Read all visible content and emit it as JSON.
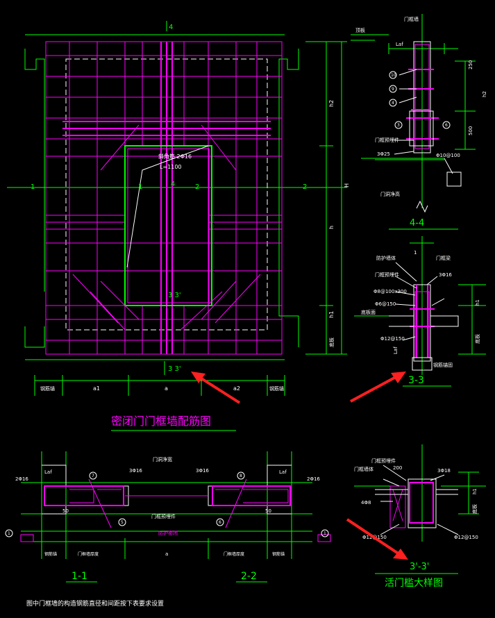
{
  "main_view": {
    "title": "密闭门门框墙配筋图",
    "section_mark_top": "4",
    "section_mark_center": "4",
    "section_mark_left": "1",
    "section_mark_right": "2",
    "section_mark_left_inner": "1",
    "section_mark_right_inner": "2",
    "section_mark_bottom": "3 3'",
    "section_mark_bottom_inner": "3 3'",
    "rebar_note_line1": "斜角筋 2Φ16",
    "rebar_note_line2": "L=1100",
    "dim_h2": "h2",
    "dim_h": "H",
    "dim_h1_total": "h",
    "dim_h1": "h1",
    "dim_floor": "底板",
    "dim_a1": "a1",
    "dim_a": "a",
    "dim_a2": "a2",
    "dim_side_left": "钢筋锚",
    "dim_side_right": "钢筋锚"
  },
  "section_44": {
    "title": "4-4",
    "label_top_slab": "顶板",
    "label_top": "门框墙",
    "label_laf": "Laf",
    "label_250": "250",
    "label_500": "500",
    "label_h2": "h2",
    "label_door": "门洞净高",
    "label_bar_a": "3Φ25",
    "label_bar_b": "Φ10@100",
    "label_frame": "门框预埋件",
    "circle_10": "10",
    "circle_9": "9",
    "circle_4": "4",
    "circle_3": "3",
    "circle_6": "6"
  },
  "section_33": {
    "title": "3-3",
    "label_1": "1",
    "label_wall": "防护墙体",
    "label_beam": "门框梁",
    "label_frame": "门框预埋件",
    "label_bar_a": "3Φ16",
    "label_bar_b": "Φ8@100x300",
    "label_bar_c": "Φ6@150",
    "label_bar_d": "Φ12@150",
    "label_floor": "底板面",
    "label_laf": "Laf",
    "label_h1": "h1",
    "label_floor_right": "底板",
    "label_anchor": "钢筋锚固"
  },
  "section_33p": {
    "title": "3'-3'",
    "subtitle": "活门槛大样图",
    "label_top": "门框预埋件",
    "label_top2": "门框墙体",
    "label_200": "200",
    "label_bar_a": "3Φ18",
    "label_bar_b": "4Φ8",
    "label_bar_c": "Φ12@150",
    "label_bar_d": "Φ12@150",
    "label_h1": "h1",
    "label_floor": "底板"
  },
  "section_11_22": {
    "title_11": "1-1",
    "title_22": "2-2",
    "label_top": "门洞净宽",
    "label_laf_left": "Laf",
    "label_laf_right": "Laf",
    "label_bar_left": "2Φ16",
    "label_bar_right": "2Φ16",
    "label_bar_mid_left": "3Φ16",
    "label_bar_mid_right": "3Φ16",
    "label_frame": "门框预埋件",
    "label_door": "防护密闭",
    "label_50_left": "50",
    "label_50_right": "50",
    "circle_7": "7",
    "circle_8": "8",
    "circle_5": "5",
    "circle_6": "6",
    "circle_1_left": "1",
    "circle_1_right": "1",
    "dim_left_anchor": "钢筋锚",
    "dim_left_wall": "门框墙厚度",
    "dim_a": "a",
    "dim_right_wall": "门框墙厚度",
    "dim_right_anchor": "钢筋锚"
  },
  "footnote": "图中门框墙的构造钢筋直径和间距按下表要求设置",
  "colors": {
    "background": "#000000",
    "dimension": "#00ff00",
    "rebar": "#ff00ff",
    "annotation": "#ffffff",
    "arrow": "#ff2020"
  }
}
